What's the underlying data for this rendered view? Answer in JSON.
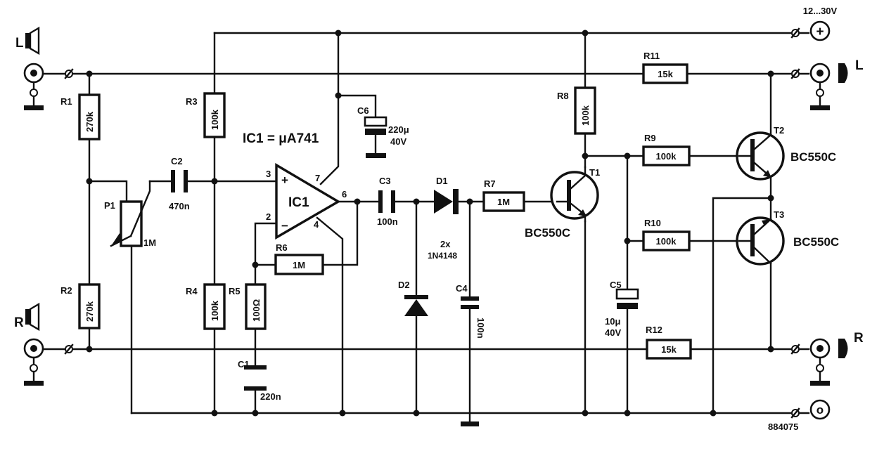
{
  "supply": {
    "label": "12...30V",
    "plus_symbol": "+",
    "ground_symbol": "o"
  },
  "ic": {
    "designator": "IC1",
    "spec": "IC1 = μA741",
    "plus": "+",
    "minus": "−",
    "pins": {
      "p2": "2",
      "p3": "3",
      "p4": "4",
      "p6": "6",
      "p7": "7"
    }
  },
  "channels": {
    "left_in": "L",
    "right_in": "R",
    "left_out": "L",
    "right_out": "R"
  },
  "components": {
    "R1": {
      "name": "R1",
      "value": "270k"
    },
    "R2": {
      "name": "R2",
      "value": "270k"
    },
    "R3": {
      "name": "R3",
      "value": "100k"
    },
    "R4": {
      "name": "R4",
      "value": "100k"
    },
    "R5": {
      "name": "R5",
      "value": "100Ω"
    },
    "R6": {
      "name": "R6",
      "value": "1M"
    },
    "R7": {
      "name": "R7",
      "value": "1M"
    },
    "R8": {
      "name": "R8",
      "value": "100k"
    },
    "R9": {
      "name": "R9",
      "value": "100k"
    },
    "R10": {
      "name": "R10",
      "value": "100k"
    },
    "R11": {
      "name": "R11",
      "value": "15k"
    },
    "R12": {
      "name": "R12",
      "value": "15k"
    },
    "P1": {
      "name": "P1",
      "value": "1M"
    },
    "C1": {
      "name": "C1",
      "value": "220n"
    },
    "C2": {
      "name": "C2",
      "value": "470n"
    },
    "C3": {
      "name": "C3",
      "value": "100n"
    },
    "C4": {
      "name": "C4",
      "value": "100n"
    },
    "C5": {
      "name": "C5",
      "value": "10μ",
      "voltage": "40V"
    },
    "C6": {
      "name": "C6",
      "value": "220μ",
      "voltage": "40V"
    },
    "D1": {
      "name": "D1"
    },
    "D2": {
      "name": "D2"
    },
    "diodes": {
      "count": "2x",
      "type": "1N4148"
    },
    "T1": {
      "name": "T1",
      "type": "BC550C"
    },
    "T2": {
      "name": "T2",
      "type": "BC550C"
    },
    "T3": {
      "name": "T3",
      "type": "BC550C"
    }
  },
  "figure_number": "884075"
}
